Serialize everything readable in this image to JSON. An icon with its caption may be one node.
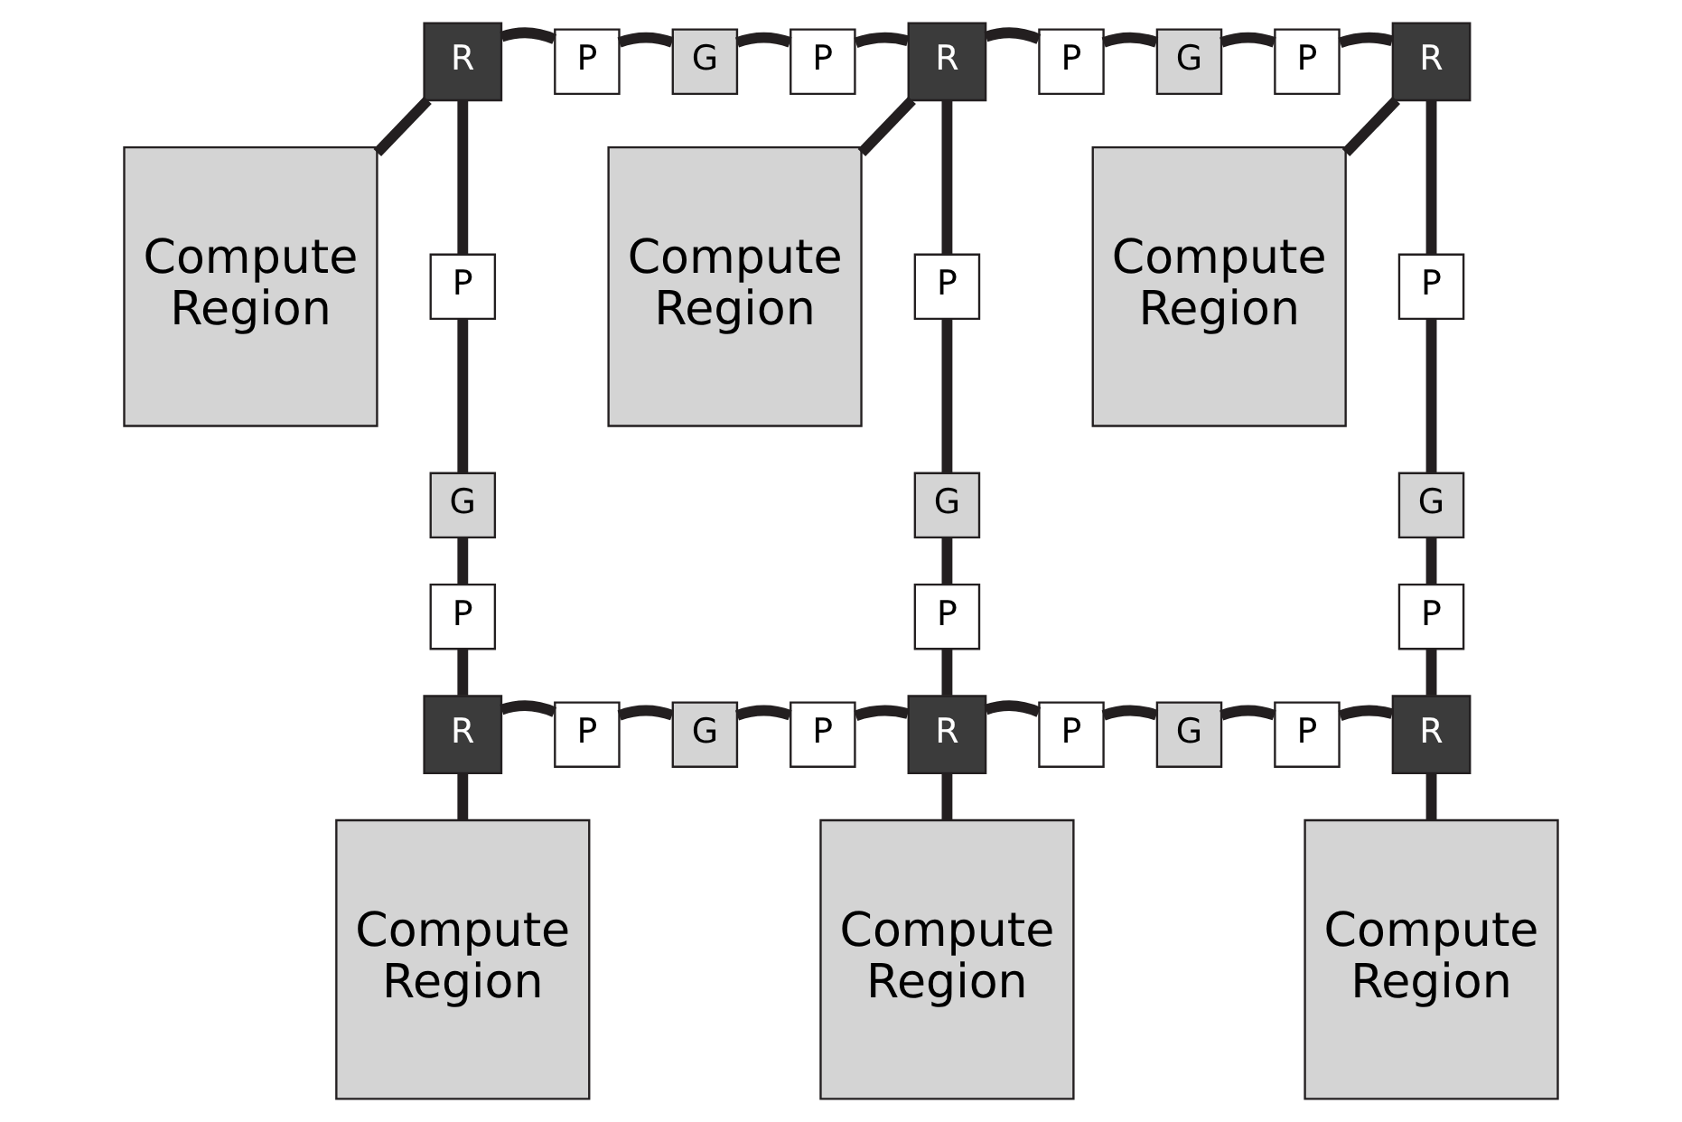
{
  "diagram": {
    "nodes": [
      {
        "text": [
          "R"
        ]
      },
      {
        "text": [
          "P"
        ]
      },
      {
        "text": [
          "G"
        ]
      },
      {
        "text": [
          "P"
        ]
      },
      {
        "text": [
          "R"
        ]
      },
      {
        "text": [
          "P"
        ]
      },
      {
        "text": [
          "G"
        ]
      },
      {
        "text": [
          "P"
        ]
      },
      {
        "text": [
          "R"
        ]
      },
      {
        "text": [
          "Compute Region"
        ]
      },
      {
        "text": [
          "Compute Region"
        ]
      },
      {
        "text": [
          "Compute Region"
        ]
      },
      {
        "text": [
          "P"
        ]
      },
      {
        "text": [
          "P"
        ]
      },
      {
        "text": [
          "P"
        ]
      },
      {
        "text": [
          "G"
        ]
      },
      {
        "text": [
          "G"
        ]
      },
      {
        "text": [
          "G"
        ]
      },
      {
        "text": [
          "P"
        ]
      },
      {
        "text": [
          "P"
        ]
      },
      {
        "text": [
          "P"
        ]
      },
      {
        "text": [
          "R"
        ]
      },
      {
        "text": [
          "P"
        ]
      },
      {
        "text": [
          "G"
        ]
      },
      {
        "text": [
          "P"
        ]
      },
      {
        "text": [
          "R"
        ]
      },
      {
        "text": [
          "P"
        ]
      },
      {
        "text": [
          "G"
        ]
      },
      {
        "text": [
          "P"
        ]
      },
      {
        "text": [
          "R"
        ]
      },
      {
        "text": [
          "Compute Region"
        ]
      },
      {
        "text": [
          "Compute Region"
        ]
      },
      {
        "text": [
          "Compute Region"
        ]
      }
    ],
    "edges": [
      {
        "from": 0,
        "to": 1,
        "arrow": "none"
      },
      {
        "from": 1,
        "to": 2,
        "arrow": "none"
      },
      {
        "from": 2,
        "to": 3,
        "arrow": "none"
      },
      {
        "from": 3,
        "to": 4,
        "arrow": "none"
      },
      {
        "from": 4,
        "to": 5,
        "arrow": "none"
      },
      {
        "from": 5,
        "to": 6,
        "arrow": "none"
      },
      {
        "from": 6,
        "to": 7,
        "arrow": "none"
      },
      {
        "from": 7,
        "to": 8,
        "arrow": "none"
      },
      {
        "from": 0,
        "to": 9,
        "arrow": "none"
      },
      {
        "from": 4,
        "to": 10,
        "arrow": "none"
      },
      {
        "from": 8,
        "to": 11,
        "arrow": "none"
      },
      {
        "from": 0,
        "to": 12,
        "arrow": "none"
      },
      {
        "from": 12,
        "to": 15,
        "arrow": "none"
      },
      {
        "from": 15,
        "to": 18,
        "arrow": "none"
      },
      {
        "from": 18,
        "to": 21,
        "arrow": "none"
      },
      {
        "from": 4,
        "to": 13,
        "arrow": "none"
      },
      {
        "from": 13,
        "to": 16,
        "arrow": "none"
      },
      {
        "from": 16,
        "to": 19,
        "arrow": "none"
      },
      {
        "from": 19,
        "to": 25,
        "arrow": "none"
      },
      {
        "from": 8,
        "to": 14,
        "arrow": "none"
      },
      {
        "from": 14,
        "to": 17,
        "arrow": "none"
      },
      {
        "from": 17,
        "to": 20,
        "arrow": "none"
      },
      {
        "from": 20,
        "to": 29,
        "arrow": "none"
      },
      {
        "from": 21,
        "to": 22,
        "arrow": "none"
      },
      {
        "from": 22,
        "to": 23,
        "arrow": "none"
      },
      {
        "from": 23,
        "to": 24,
        "arrow": "none"
      },
      {
        "from": 24,
        "to": 25,
        "arrow": "none"
      },
      {
        "from": 25,
        "to": 26,
        "arrow": "none"
      },
      {
        "from": 26,
        "to": 27,
        "arrow": "none"
      },
      {
        "from": 27,
        "to": 28,
        "arrow": "none"
      },
      {
        "from": 28,
        "to": 29,
        "arrow": "none"
      },
      {
        "from": 21,
        "to": 30,
        "arrow": "none"
      },
      {
        "from": 25,
        "to": 31,
        "arrow": "none"
      },
      {
        "from": 29,
        "to": 32,
        "arrow": "none"
      }
    ]
  }
}
